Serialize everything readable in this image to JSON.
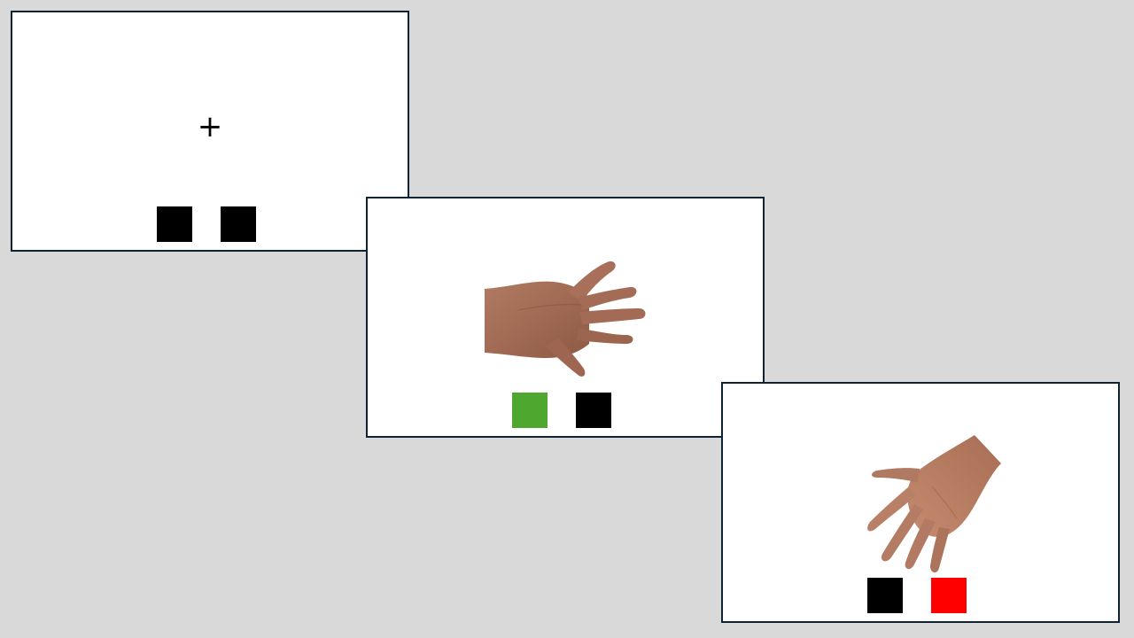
{
  "background_color": "#d9d9d9",
  "panels": [
    {
      "stage": "fixation",
      "fixation_symbol": "+",
      "squares": [
        {
          "position": "left",
          "color": "#000000"
        },
        {
          "position": "right",
          "color": "#000000"
        }
      ]
    },
    {
      "stage": "stimulus",
      "hand_icon": "hand-back-icon",
      "squares": [
        {
          "position": "left",
          "color": "#4ea72e"
        },
        {
          "position": "right",
          "color": "#000000"
        }
      ]
    },
    {
      "stage": "response",
      "hand_icon": "hand-palm-down-icon",
      "squares": [
        {
          "position": "left",
          "color": "#000000"
        },
        {
          "position": "right",
          "color": "#ff0000"
        }
      ]
    }
  ]
}
